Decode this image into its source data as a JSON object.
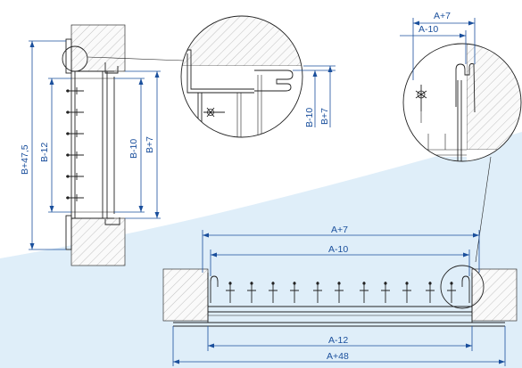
{
  "colors": {
    "background_tint": "#dfeef9",
    "dimension": "#1a4f9c",
    "line": "#222222"
  },
  "dimensions": {
    "left_b_plus_47_5": "B+47,5",
    "left_b_minus_12": "B-12",
    "left_b_minus_10": "B-10",
    "left_b_plus_7": "B+7",
    "detail_b_minus_10": "B-10",
    "detail_b_plus_7": "B+7",
    "top_right_a_plus_7": "A+7",
    "top_right_a_minus_10": "A-10",
    "bottom_a_plus_7": "A+7",
    "bottom_a_minus_10": "A-10",
    "bottom_a_minus_12": "A-12",
    "bottom_a_plus_48": "A+48"
  }
}
